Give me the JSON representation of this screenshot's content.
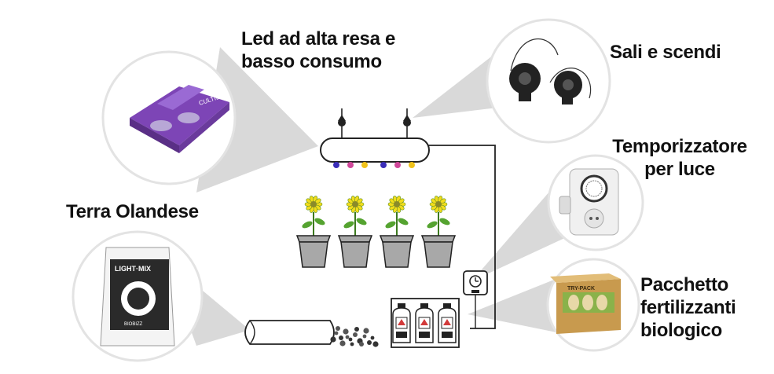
{
  "labels": {
    "led": [
      "Led ad alta resa e",
      "basso consumo"
    ],
    "pulley": [
      "Sali e scendi"
    ],
    "timer": [
      "Temporizzatore",
      "per luce"
    ],
    "soil": [
      "Terra Olandese"
    ],
    "nutrients": [
      "Pacchetto",
      "fertilizzanti",
      "biologico"
    ]
  },
  "product_text": {
    "led_brand": "CULTILITE",
    "soil_brand": "LIGHT·MIX",
    "soil_maker": "BIOBIZZ",
    "nutrients_brand": "TRY-PACK"
  },
  "colors": {
    "led_purple": "#8e55c8",
    "leaf_green": "#55a330",
    "flower_yellow": "#f2dc1c",
    "pot_gray": "#a8a8a8",
    "callout_gray": "#d9d9d9"
  },
  "icons": {
    "plants": "flower-pot-icon",
    "timer": "plug-timer-icon",
    "bottles": "fertilizer-bottles-icon",
    "hose": "soil-bag-icon"
  }
}
